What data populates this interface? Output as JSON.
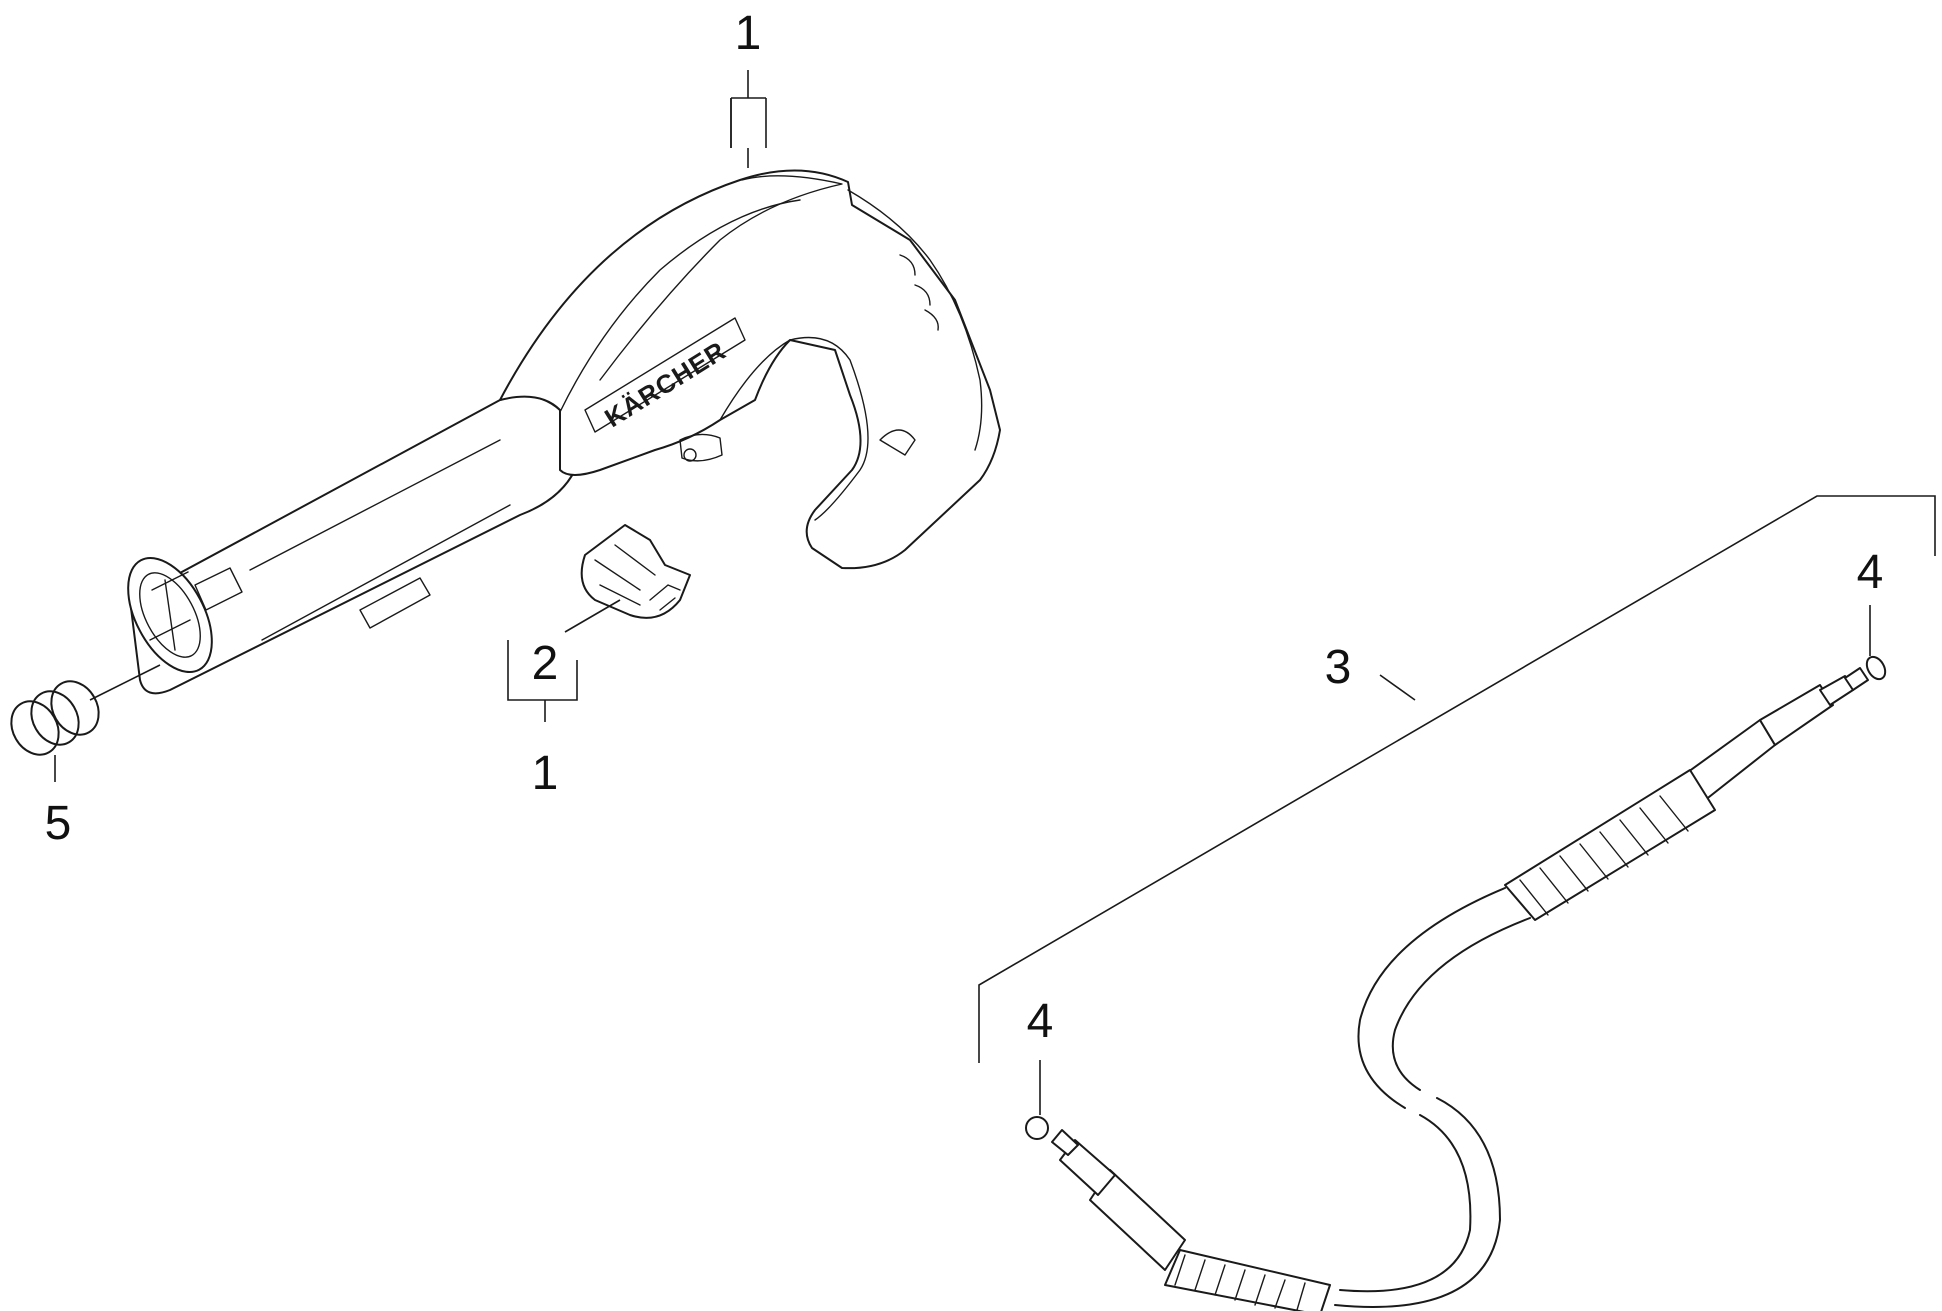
{
  "diagram": {
    "callouts": {
      "gun_top": "1",
      "clip": "2",
      "gun_bottom": "1",
      "hose": "3",
      "oring_right": "4",
      "oring_left": "4",
      "spring": "5"
    },
    "logo_text": "KÄRCHER"
  }
}
